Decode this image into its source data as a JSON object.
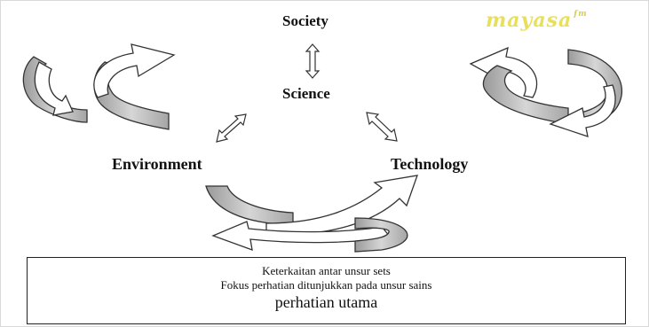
{
  "nodes": {
    "society": "Society",
    "science": "Science",
    "environment": "Environment",
    "technology": "Technology"
  },
  "watermark": {
    "text": "mayasa",
    "suffix": "fm"
  },
  "caption": {
    "line1": "Keterkaitan antar unsur sets",
    "line2": "Fokus perhatian ditunjukkan pada unsur sains",
    "line3": "perhatian utama"
  }
}
